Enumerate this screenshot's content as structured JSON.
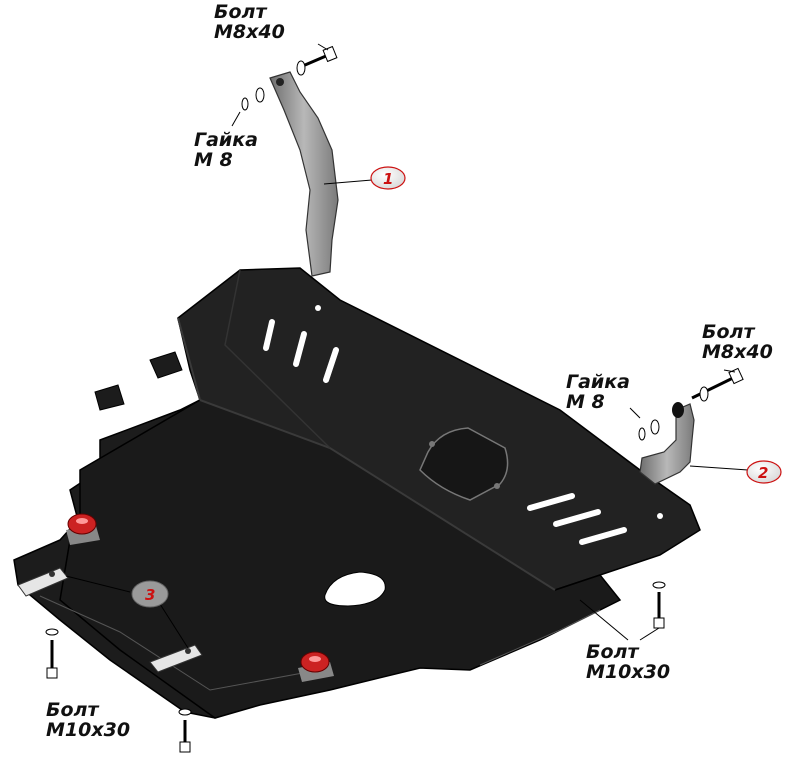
{
  "labels": {
    "bolt_top_1": "Болт",
    "bolt_top_2": "М8х40",
    "nut_left_1": "Гайка",
    "nut_left_2": "М 8",
    "bolt_right_1": "Болт",
    "bolt_right_2": "М8х40",
    "nut_right_1": "Гайка",
    "nut_right_2": "М 8",
    "bolt_br_1": "Болт",
    "bolt_br_2": "М10х30",
    "bolt_bl_1": "Болт",
    "bolt_bl_2": "М10х30"
  },
  "parts": {
    "p1": "1",
    "p2": "2",
    "p3": "3"
  },
  "colors": {
    "plate": "#1c1c1c",
    "bracket": "#9a9a9a",
    "bushing": "#cc2222",
    "callout_fill": "#ffffff",
    "callout_text": "#cc1111"
  }
}
